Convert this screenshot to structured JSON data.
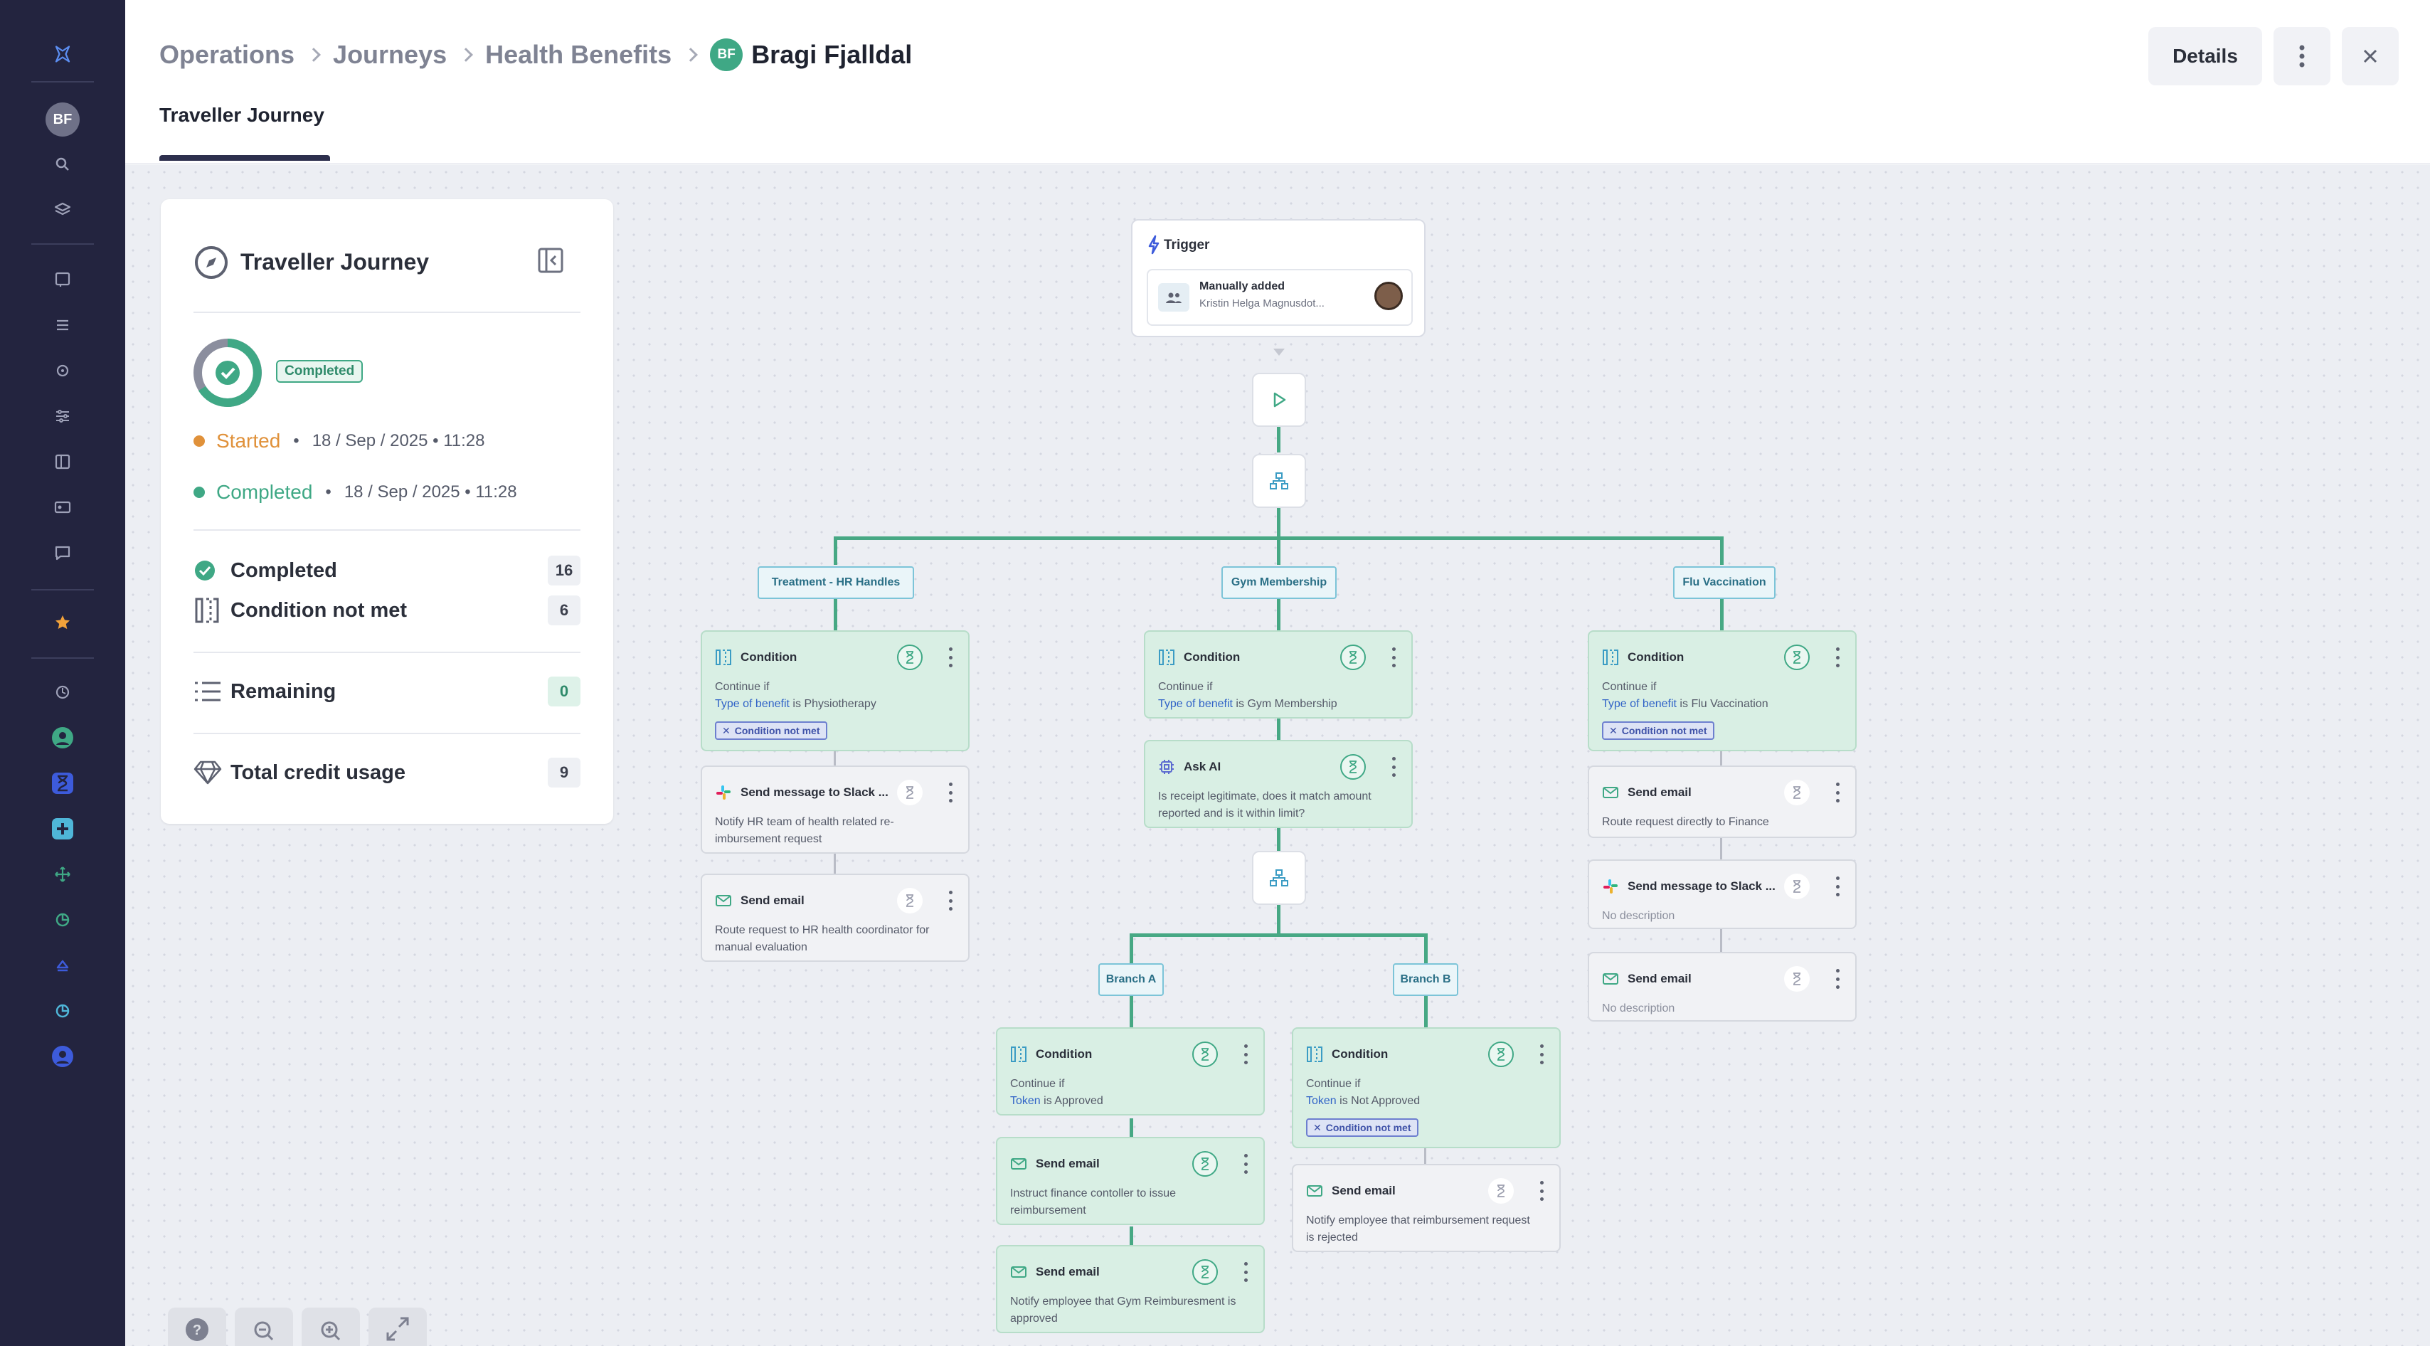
{
  "header": {
    "breadcrumbs": [
      "Operations",
      "Journeys",
      "Health Benefits"
    ],
    "traveller_initials": "BF",
    "traveller_name": "Bragi Fjalldal",
    "tab": "Traveller Journey",
    "details_label": "Details"
  },
  "rail": {
    "avatar_initials": "BF"
  },
  "summary": {
    "title": "Traveller Journey",
    "status_badge": "Completed",
    "started_label": "Started",
    "started_time": "18 / Sep / 2025 • 11:28",
    "completed_label": "Completed",
    "completed_time": "18 / Sep / 2025 • 11:28",
    "stats": [
      {
        "label": "Completed",
        "count": "16"
      },
      {
        "label": "Condition not met",
        "count": "6"
      },
      {
        "label": "Remaining",
        "count": "0"
      },
      {
        "label": "Total credit usage",
        "count": "9"
      }
    ]
  },
  "flow": {
    "trigger": {
      "title": "Trigger",
      "source": "Manually added",
      "person": "Kristin Helga Magnusdot..."
    },
    "branches": [
      "Treatment - HR Handles",
      "Gym Membership",
      "Flu Vaccination"
    ],
    "sub_branches": [
      "Branch A",
      "Branch B"
    ],
    "common": {
      "condition": "Condition",
      "continue_if": "Continue if",
      "type_of_benefit": "Type of benefit",
      "token": "Token",
      "is": "is",
      "send_email": "Send email",
      "send_slack": "Send message to Slack ...",
      "ask_ai": "Ask AI",
      "condition_not_met": "Condition not met",
      "no_description": "No description"
    },
    "values": {
      "physio": "Physiotherapy",
      "gym": "Gym Membership",
      "flu": "Flu Vaccination",
      "approved": "Approved",
      "not_approved": "Not Approved"
    },
    "descriptions": {
      "slack_hr": "Notify HR team of health related re-imbursement request",
      "email_hr": "Route request to HR health coordinator for manual evaluation",
      "ask_ai": "Is receipt legitimate, does it match amount reported and is it within limit?",
      "email_finance": "Route request directly to Finance",
      "email_finance_controller": "Instruct finance contoller to issue reimbursement",
      "email_gym_approved": "Notify employee that Gym Reimburesment is approved",
      "email_rejected": "Notify employee that reimbursement request is rejected"
    }
  },
  "colors": {
    "rail": "#23243f",
    "accent_green": "#3fa885",
    "node_green": "#d9efe4",
    "link_blue": "#3163c7"
  }
}
